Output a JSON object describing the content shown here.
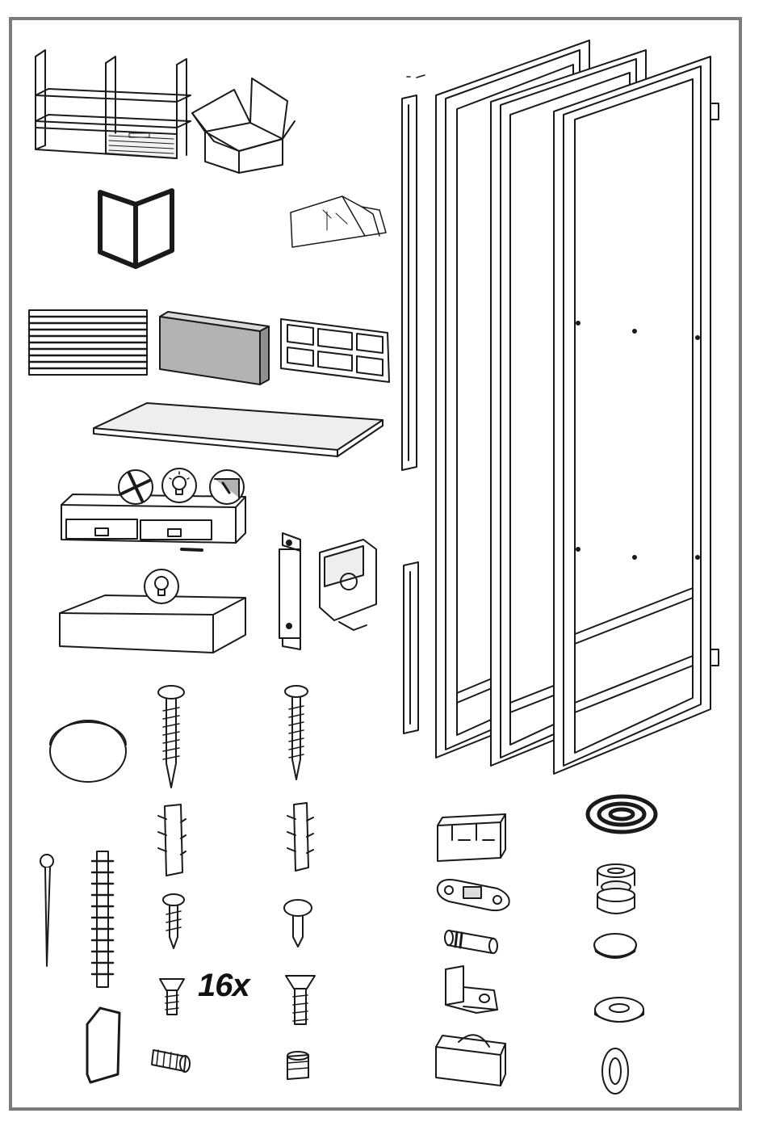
{
  "sheet": {
    "name": "parts-overview",
    "colors": {
      "frame": "#7b7b7b",
      "line": "#1a1a1a",
      "fill_grey": "#b3b3b3",
      "fill_light": "#e6e6e6"
    }
  },
  "quantity_label": "16x",
  "parts": [
    {
      "name": "hood-unit",
      "icon": "hood-assembly"
    },
    {
      "name": "packaging-box",
      "icon": "open-box"
    },
    {
      "name": "manual-book",
      "icon": "open-book"
    },
    {
      "name": "drilling-template",
      "icon": "folded-sheets"
    },
    {
      "name": "grease-filter",
      "icon": "metal-grille"
    },
    {
      "name": "charcoal-filter",
      "icon": "grey-block"
    },
    {
      "name": "filter-grid",
      "icon": "grid-cassette"
    },
    {
      "name": "glass-shelf",
      "icon": "glass-panel"
    },
    {
      "name": "control-module",
      "icon": "module-with-symbols"
    },
    {
      "name": "fan-symbol",
      "icon": "fan-icon"
    },
    {
      "name": "light-symbol",
      "icon": "bulb-icon"
    },
    {
      "name": "touch-symbol",
      "icon": "touch-icon"
    },
    {
      "name": "light-box",
      "icon": "tray-with-bulb"
    },
    {
      "name": "mounting-bracket",
      "icon": "bracket"
    },
    {
      "name": "junction-box",
      "icon": "junction-box"
    },
    {
      "name": "side-profiles",
      "icon": "u-channels"
    },
    {
      "name": "door-frames",
      "icon": "three-frames"
    },
    {
      "name": "cap",
      "icon": "round-cap"
    },
    {
      "name": "long-screws",
      "icon": "screw"
    },
    {
      "name": "wall-plugs",
      "icon": "plug"
    },
    {
      "name": "short-screws",
      "icon": "screw"
    },
    {
      "name": "machine-screws",
      "icon": "countersunk-screw"
    },
    {
      "name": "threaded-inserts",
      "icon": "insert"
    },
    {
      "name": "cable-tie",
      "icon": "cable-tie"
    },
    {
      "name": "toothed-strip",
      "icon": "toothed-strip"
    },
    {
      "name": "spring-clip",
      "icon": "clip"
    },
    {
      "name": "holder-block",
      "icon": "holder"
    },
    {
      "name": "cam-plate",
      "icon": "cam"
    },
    {
      "name": "pin",
      "icon": "pin"
    },
    {
      "name": "angle-bracket",
      "icon": "angle"
    },
    {
      "name": "slider",
      "icon": "slider"
    },
    {
      "name": "seal-tape",
      "icon": "coil"
    },
    {
      "name": "grommet",
      "icon": "grommet"
    },
    {
      "name": "cover-cap",
      "icon": "cap"
    },
    {
      "name": "washer",
      "icon": "washer"
    },
    {
      "name": "oval-grommet",
      "icon": "oval"
    }
  ]
}
